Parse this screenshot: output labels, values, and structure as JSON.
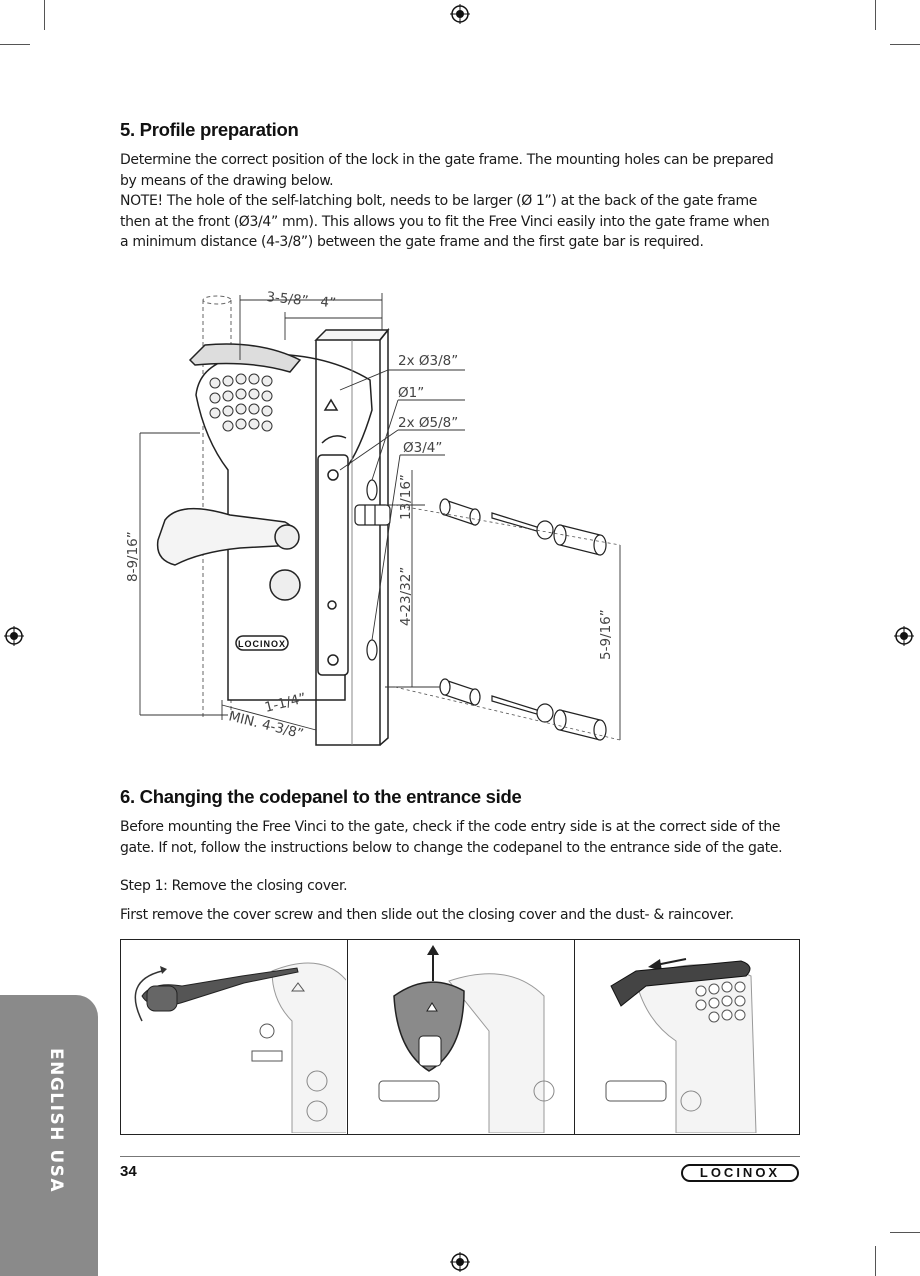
{
  "section5": {
    "title": "5. Profile preparation",
    "lines": [
      "Determine the correct position of the lock in the gate frame. The mounting holes can be prepared",
      "by means of the drawing below.",
      "NOTE! The hole of the self-latching bolt, needs to be larger (Ø 1”) at the back of the gate frame",
      "then at the front (Ø3/4” mm). This allows you to fit the Free Vinci easily into the gate frame when",
      "a minimum distance (4-3/8”) between the gate frame and the first gate bar is required."
    ]
  },
  "drawing": {
    "dim_top": "3-5/8”",
    "dim_top2": "4”",
    "holes_1": "2x Ø3/8”",
    "holes_2": "Ø1”",
    "holes_3": "2x Ø5/8”",
    "holes_4": "Ø3/4”",
    "dim_13_16": "13/16”",
    "dim_4_23_32": "4-23/32”",
    "dim_8_9_16": "8-9/16”",
    "dim_5_9_16": "5-9/16”",
    "dim_1_1_4": "1-1/4”",
    "dim_min": "MIN. 4-3/8”",
    "lock_brand": "LOCINOX"
  },
  "section6": {
    "title": "6. Changing the codepanel to the entrance side",
    "lines": [
      "Before mounting the Free Vinci to the gate, check if the code entry side is at the correct side of the",
      "gate. If not, follow the instructions below to change the codepanel to the entrance side of the gate."
    ],
    "step": "Step 1:  Remove the closing cover.",
    "instruction": "First remove the cover screw and then slide out the closing cover and the dust- & raincover."
  },
  "sidebar": {
    "language": "ENGLISH USA"
  },
  "footer": {
    "page_number": "34",
    "brand": "LOCINOX"
  }
}
